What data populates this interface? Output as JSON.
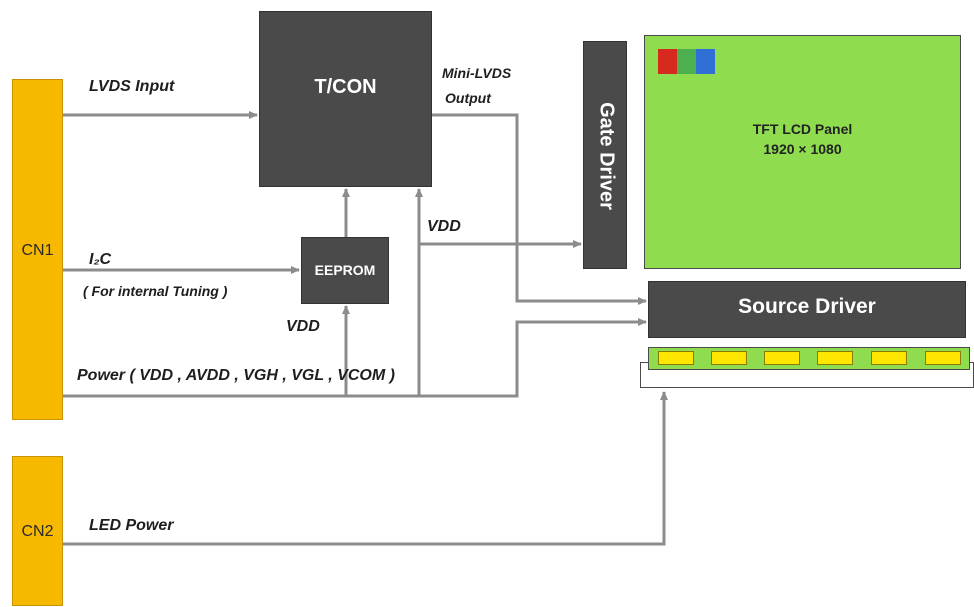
{
  "blocks": {
    "tcon": "T/CON",
    "eeprom": "EEPROM",
    "gate_driver": "Gate Driver",
    "source_driver": "Source Driver",
    "panel_line1": "TFT LCD Panel",
    "panel_line2": "1920 × 1080",
    "cn1": "CN1",
    "cn2": "CN2"
  },
  "labels": {
    "lvds_input": "LVDS  Input",
    "mini_lvds_1": "Mini-LVDS",
    "mini_lvds_2": "Output",
    "vdd_gate": "VDD",
    "i2c": "I₂C",
    "i2c_note": "( For  internal Tuning )",
    "vdd_eeprom": "VDD",
    "power": "Power ( VDD , AVDD , VGH , VGL , VCOM )",
    "led_power": "LED Power"
  },
  "colors": {
    "block": "#4a4a4a",
    "panel": "#8fdc4f",
    "connector": "#f7b800",
    "arrow": "#8c8c8c",
    "led": "#ffe600",
    "pixel_red": "#d62a1e",
    "pixel_green": "#4caf50",
    "pixel_blue": "#2f6fd6"
  },
  "led_count": 6
}
